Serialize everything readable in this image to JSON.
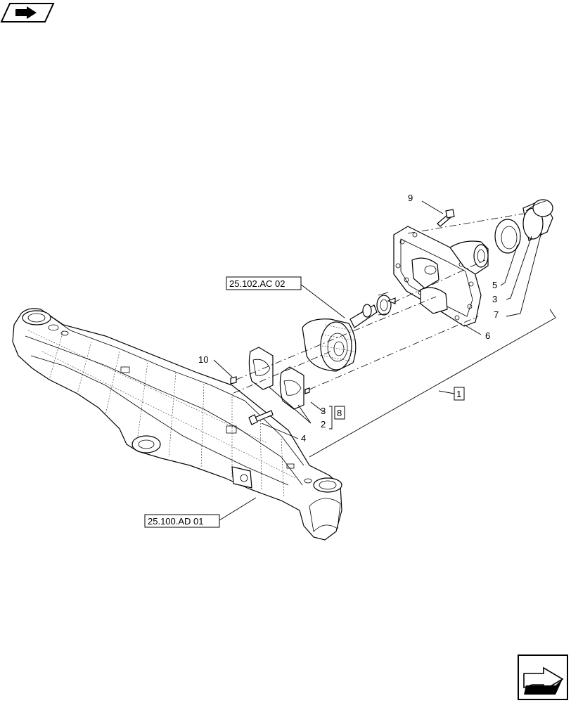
{
  "navigation": {
    "prev_icon": "prev-page-arrow-icon",
    "next_icon": "next-page-arrow-icon"
  },
  "references": {
    "differential": "25.102.AC 02",
    "axle_housing": "25.100.AD 01"
  },
  "callouts": {
    "n1": "1",
    "n2": "2",
    "n3a": "3",
    "n3b": "3",
    "n4": "4",
    "n5": "5",
    "n6": "6",
    "n7": "7",
    "n8": "8",
    "n9": "9",
    "n10": "10"
  }
}
